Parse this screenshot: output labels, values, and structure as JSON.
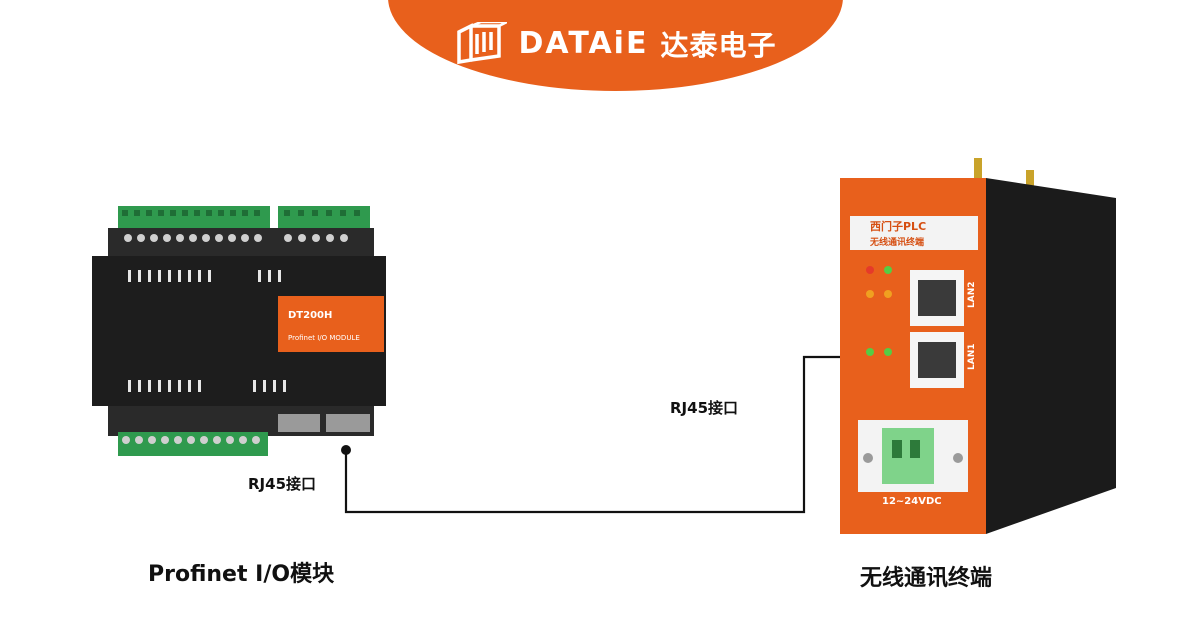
{
  "banner": {
    "brand": "DATAiE",
    "brand_cn": "达泰电子",
    "color": "#e8601c"
  },
  "left_device": {
    "name": "Profinet I/O模块",
    "model": "DT200H",
    "subtitle": "Profinet I/O MODULE",
    "port_label": "RJ45接口",
    "terminal_color": "#2f9a4e",
    "body_color": "#222222"
  },
  "right_device": {
    "name": "无线通讯终端",
    "panel_title_1": "西门子PLC",
    "panel_title_2": "无线通讯终端",
    "port_label": "RJ45接口",
    "lan2_label": "LAN2",
    "lan1_label": "LAN1",
    "power_label": "12~24VDC",
    "body_color": "#e8601c"
  }
}
